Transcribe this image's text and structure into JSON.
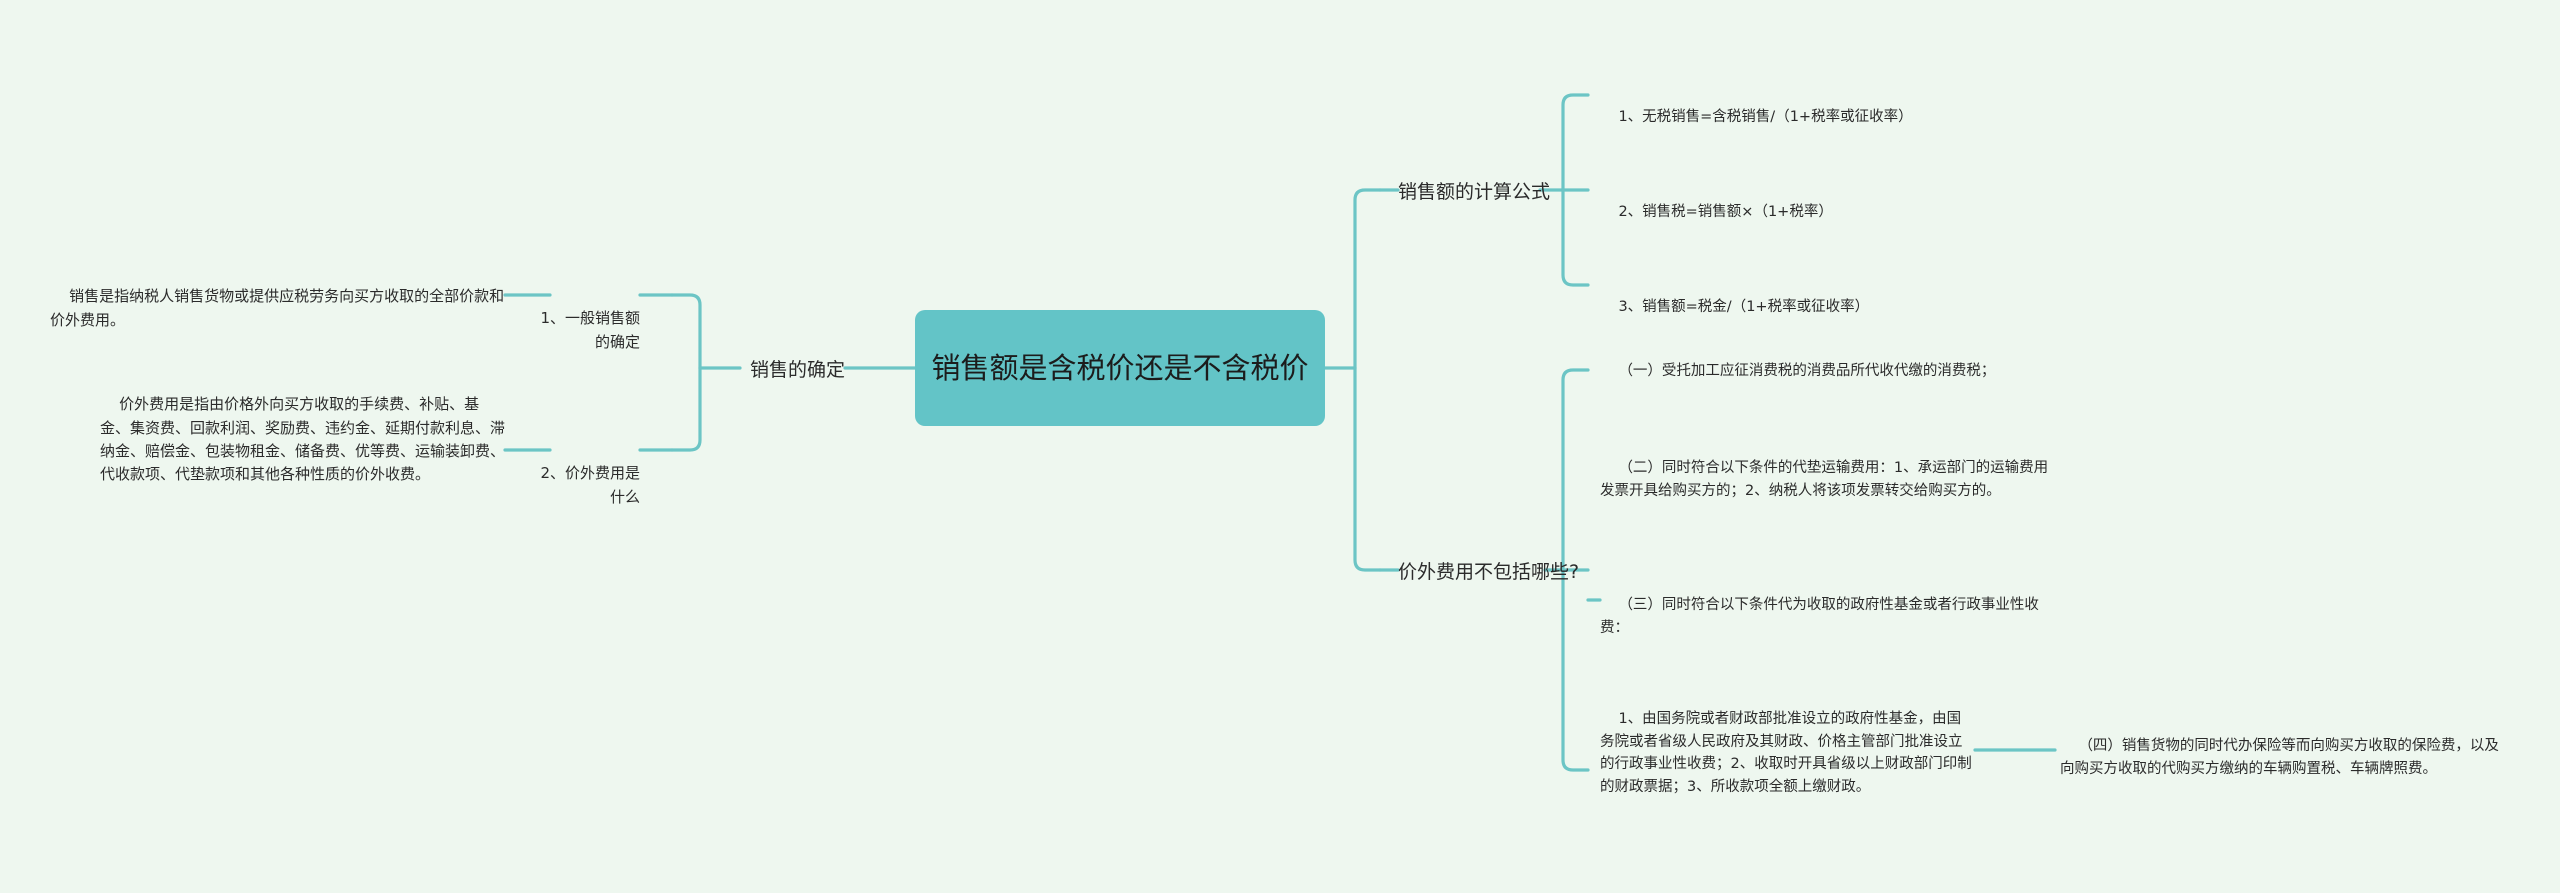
{
  "theme": {
    "background": "#eef7ef",
    "link_color": "#6cc5c5",
    "root_fill": "#63c4c7",
    "text_color": "#2b2b2b"
  },
  "root": {
    "label": "销售额是含税价还是不含税价"
  },
  "left_branch": {
    "label": "销售的确定",
    "children": [
      {
        "label": "1、一般销售额的确定",
        "detail": "销售是指纳税人销售货物或提供应税劳务向买方收取的全部价款和价外费用。"
      },
      {
        "label": "2、价外费用是什么",
        "detail": "价外费用是指由价格外向买方收取的手续费、补贴、基金、集资费、回款利润、奖励费、违约金、延期付款利息、滞纳金、赔偿金、包装物租金、储备费、优等费、运输装卸费、代收款项、代垫款项和其他各种性质的价外收费。"
      }
    ]
  },
  "right_branches": [
    {
      "label": "销售额的计算公式",
      "children": [
        {
          "label": "1、无税销售=含税销售/（1+税率或征收率）"
        },
        {
          "label": "2、销售税=销售额×（1+税率）"
        },
        {
          "label": "3、销售额=税金/（1+税率或征收率）"
        }
      ]
    },
    {
      "label": "价外费用不包括哪些?",
      "children": [
        {
          "label": "（一）受托加工应征消费税的消费品所代收代缴的消费税；"
        },
        {
          "label": "（二）同时符合以下条件的代垫运输费用：1、承运部门的运输费用发票开具给购买方的；2、纳税人将该项发票转交给购买方的。"
        },
        {
          "label": "（三）同时符合以下条件代为收取的政府性基金或者行政事业性收费：",
          "sub": "1、由国务院或者财政部批准设立的政府性基金，由国务院或者省级人民政府及其财政、价格主管部门批准设立的行政事业性收费；2、收取时开具省级以上财政部门印制的财政票据；3、所收款项全额上缴财政。",
          "sub2": "（四）销售货物的同时代办保险等而向购买方收取的保险费，以及向购买方收取的代购买方缴纳的车辆购置税、车辆牌照费。"
        }
      ]
    }
  ]
}
